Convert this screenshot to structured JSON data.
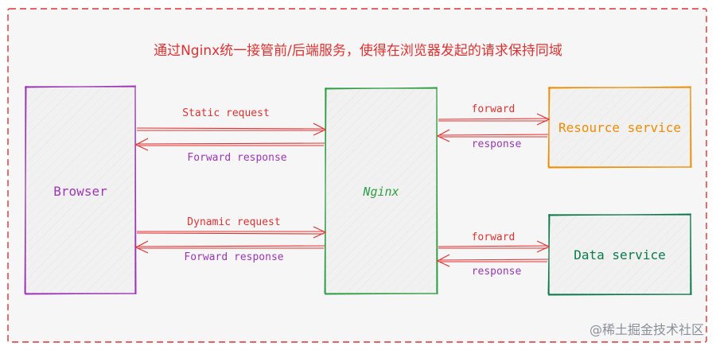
{
  "title": "通过Nginx统一接管前/后端服务，使得在浏览器发起的请求保持同域",
  "nodes": {
    "browser": "Browser",
    "nginx": "Nginx",
    "resource": "Resource service",
    "data": "Data service"
  },
  "edges": {
    "static_request": "Static request",
    "forward_response_1": "Forward response",
    "dynamic_request": "Dynamic request",
    "forward_response_2": "Forward response",
    "forward_1": "forward",
    "response_1": "response",
    "forward_2": "forward",
    "response_2": "response"
  },
  "watermark": "@稀土掘金技术社区",
  "colors": {
    "frame": "#e03131",
    "title": "#e03131",
    "browser": "#9c36b5",
    "nginx": "#2f9e44",
    "resource": "#f08c00",
    "data": "#0b7a4b",
    "arrow": "#e03131",
    "label_request": "#e03131",
    "label_response": "#9c36b5",
    "box_fill": "#f3f3f3",
    "watermark": "#8a8f98"
  }
}
